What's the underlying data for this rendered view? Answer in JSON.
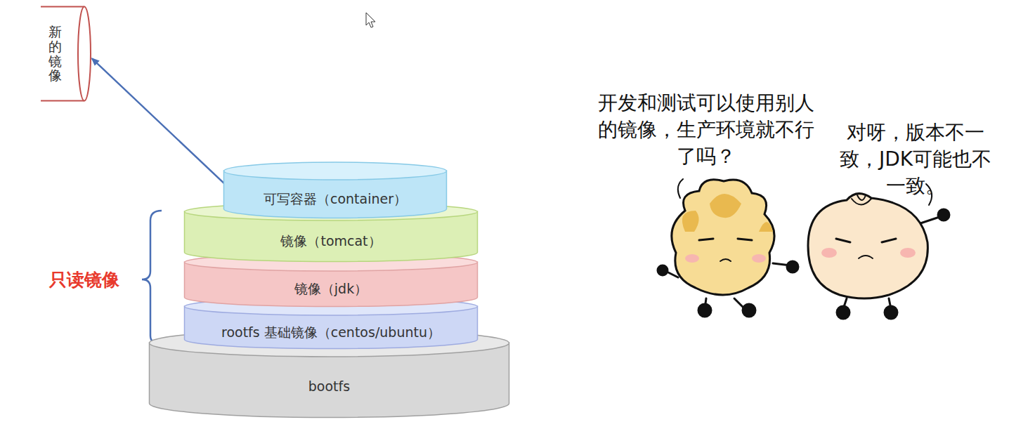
{
  "diagram": {
    "nodes": [
      {
        "text": [
          "新的镜像"
        ]
      },
      {
        "text": [
          "可写容器（container）"
        ]
      },
      {
        "text": [
          "镜像（tomcat）"
        ]
      },
      {
        "text": [
          "镜像（jdk）"
        ]
      },
      {
        "text": [
          "rootfs 基础镜像（centos/ubuntu）"
        ]
      },
      {
        "text": [
          "bootfs"
        ]
      }
    ],
    "edges": [
      {
        "from": 1,
        "to": 0,
        "arrow": "to"
      }
    ],
    "labels": [
      "只读镜像",
      "开发和测试可以使用别人的镜像，生产环境就不行了吗？",
      "对呀，版本不一致，JDK可能也不一致。"
    ]
  }
}
